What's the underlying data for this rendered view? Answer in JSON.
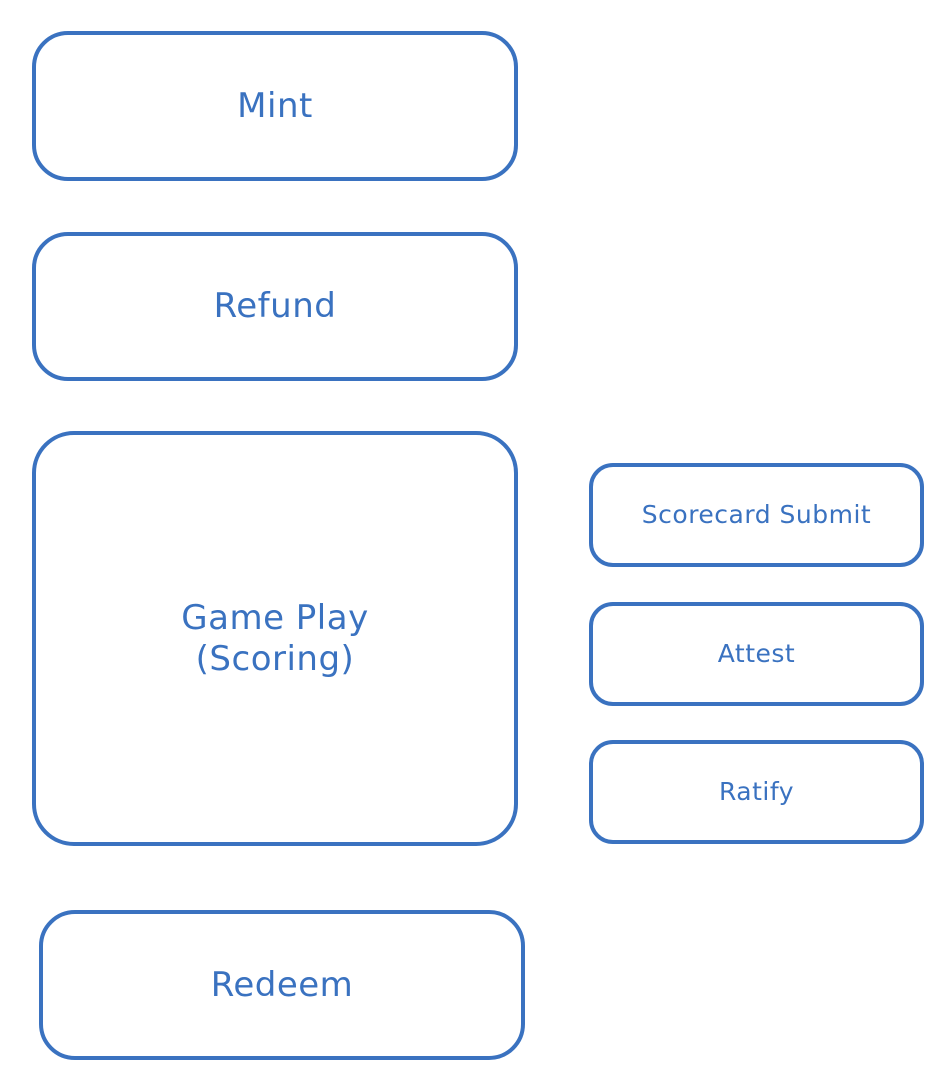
{
  "theme": {
    "stroke_color": "#3a72c0",
    "text_color": "#3a72c0",
    "background": "#ffffff"
  },
  "main_flow": {
    "mint": "Mint",
    "refund": "Refund",
    "game_play": "Game Play\n(Scoring)",
    "redeem": "Redeem"
  },
  "sub_steps": {
    "scorecard_submit": "Scorecard Submit",
    "attest": "Attest",
    "ratify": "Ratify"
  }
}
